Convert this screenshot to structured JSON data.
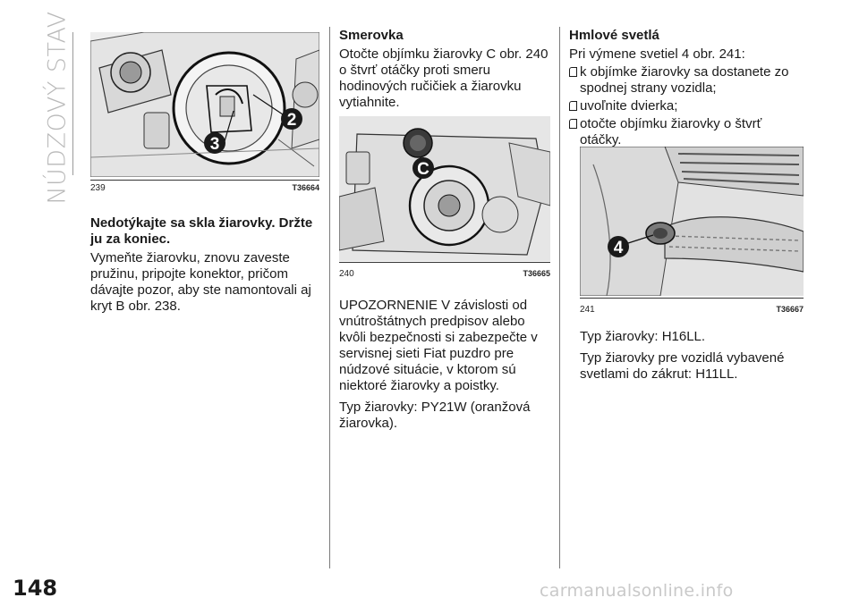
{
  "section_title": "NÚDZOVÝ STAV",
  "page_number": "148",
  "watermark": "carmanualsonline.info",
  "column1": {
    "figure": {
      "number": "239",
      "code": "T36664",
      "callouts": [
        "2",
        "3"
      ]
    },
    "heading": "Nedotýkajte sa skla žiarovky. Držte ju za koniec.",
    "paragraph": "Vymeňte žiarovku, znovu zaveste pružinu, pripojte konektor, pričom dávajte pozor, aby ste namontovali aj kryt B obr. 238."
  },
  "column2": {
    "heading": "Smerovka",
    "paragraph1": "Otočte objímku žiarovky C obr. 240 o štvrť otáčky proti smeru hodinových ručičiek a žiarovku vytiahnite.",
    "figure": {
      "number": "240",
      "code": "T36665",
      "callouts": [
        "C"
      ]
    },
    "paragraph2": "UPOZORNENIE V závislosti od vnútroštátnych predpisov alebo kvôli bezpečnosti si zabezpečte v servisnej sieti Fiat puzdro pre núdzové situácie, v ktorom sú niektoré žiarovky a poistky.",
    "paragraph3": "Typ žiarovky: PY21W (oranžová žiarovka)."
  },
  "column3": {
    "heading": "Hmlové svetlá",
    "intro": "Pri výmene svetiel 4 obr. 241:",
    "bullets": [
      "k objímke žiarovky sa dostanete zo spodnej strany vozidla;",
      "uvoľnite dvierka;",
      "otočte objímku žiarovky o štvrť otáčky."
    ],
    "figure": {
      "number": "241",
      "code": "T36667",
      "callouts": [
        "4"
      ]
    },
    "paragraph1": "Typ žiarovky: H16LL.",
    "paragraph2": "Typ žiarovky pre vozidlá vybavené svetlami do zákrut: H11LL."
  }
}
